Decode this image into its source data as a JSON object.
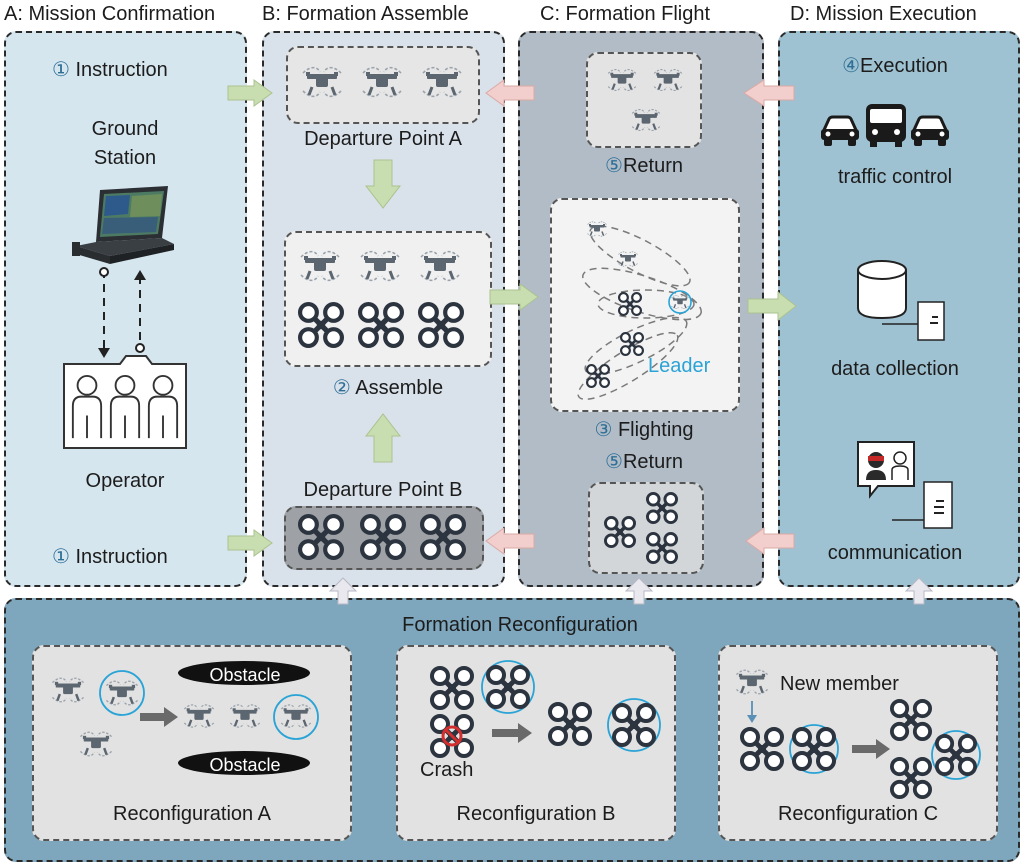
{
  "columns": {
    "a": "A: Mission Confirmation",
    "b": "B: Formation Assemble",
    "c": "C: Formation Flight",
    "d": "D: Mission Execution"
  },
  "panel_a": {
    "instruction_top_num": "①",
    "instruction_top": "Instruction",
    "ground_station_line1": "Ground",
    "ground_station_line2": "Station",
    "operator": "Operator",
    "instruction_bottom_num": "①",
    "instruction_bottom": "Instruction"
  },
  "panel_b": {
    "departure_a": "Departure Point A",
    "assemble_num": "②",
    "assemble": "Assemble",
    "departure_b": "Departure Point B"
  },
  "panel_c": {
    "return_top_num": "⑤",
    "return_top": "Return",
    "leader": "Leader",
    "flighting_num": "③",
    "flighting": "Flighting",
    "return_bottom_num": "⑤",
    "return_bottom": "Return"
  },
  "panel_d": {
    "execution_num": "④",
    "execution": "Execution",
    "traffic_control": "traffic control",
    "data_collection": "data collection",
    "communication": "communication"
  },
  "reconfig": {
    "title": "Formation Reconfiguration",
    "obstacle_top": "Obstacle",
    "obstacle_bottom": "Obstacle",
    "label_a": "Reconfiguration A",
    "crash": "Crash",
    "label_b": "Reconfiguration B",
    "new_member": "New member",
    "label_c": "Reconfiguration C"
  },
  "colors": {
    "panel_a": "#d6e6ef",
    "panel_b": "#d9e1ea",
    "panel_c": "#b1bcc7",
    "panel_d": "#9fc2d2",
    "bottom": "#7ea7bd",
    "green_arrow": "#c9deb0",
    "pink_arrow": "#f2cfcc",
    "leader": "#2aa3d6"
  }
}
